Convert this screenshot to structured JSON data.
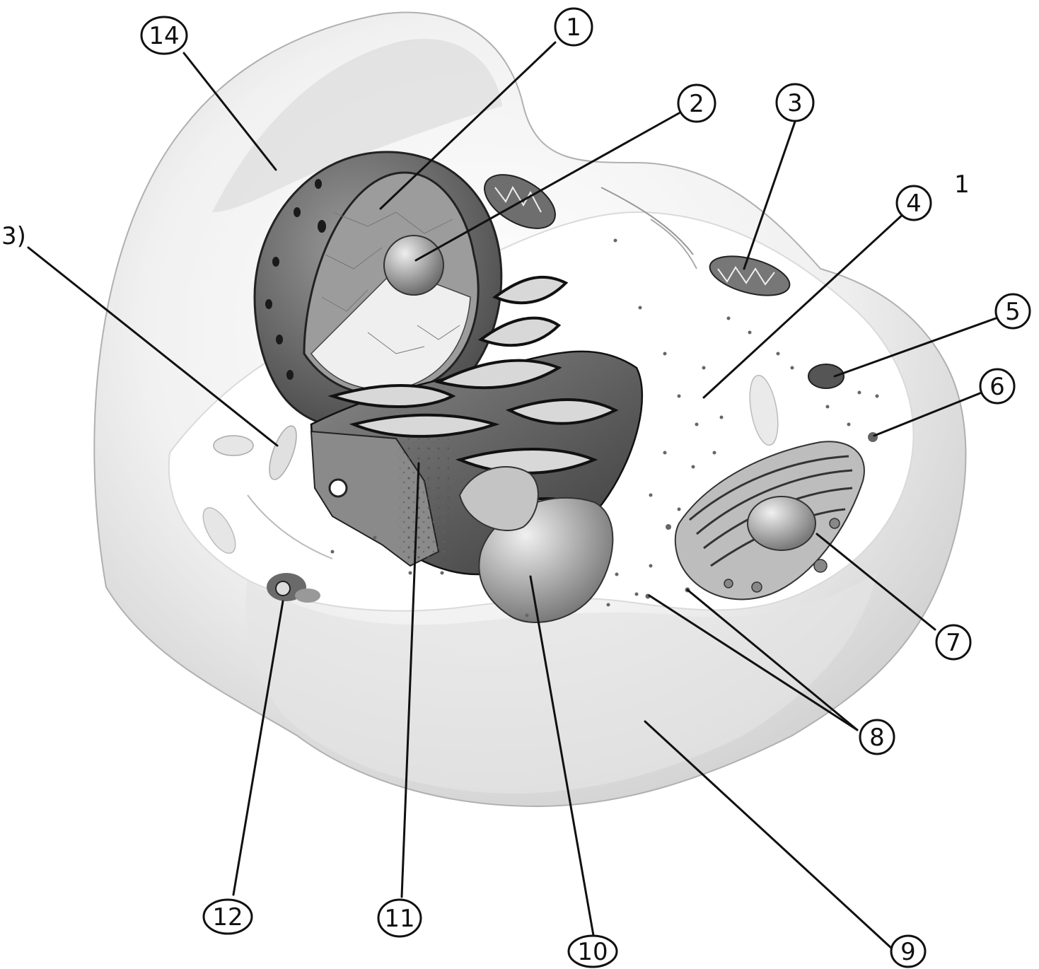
{
  "diagram": {
    "labels": [
      {
        "id": "1",
        "text": "1"
      },
      {
        "id": "2",
        "text": "2"
      },
      {
        "id": "3",
        "text": "3"
      },
      {
        "id": "4",
        "text": "4"
      },
      {
        "id": "5",
        "text": "5"
      },
      {
        "id": "6",
        "text": "6"
      },
      {
        "id": "7",
        "text": "7"
      },
      {
        "id": "8",
        "text": "8"
      },
      {
        "id": "9",
        "text": "9"
      },
      {
        "id": "10",
        "text": "10"
      },
      {
        "id": "11",
        "text": "11"
      },
      {
        "id": "12",
        "text": "12"
      },
      {
        "id": "13",
        "text": "3)"
      },
      {
        "id": "14",
        "text": "14"
      }
    ],
    "stray_mark": "1"
  }
}
